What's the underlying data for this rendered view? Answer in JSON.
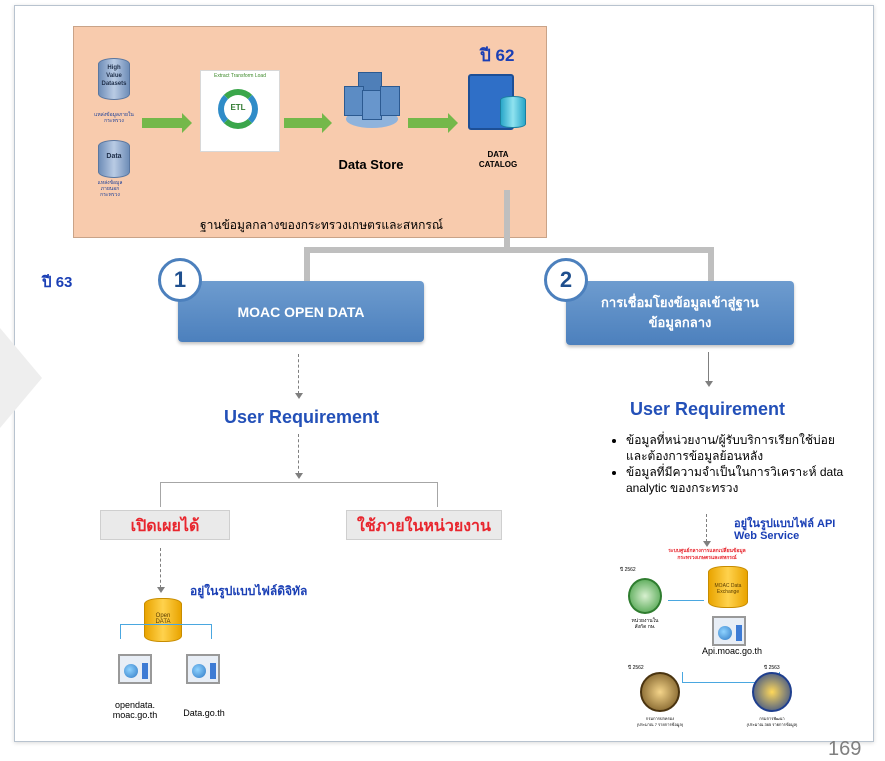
{
  "top": {
    "year_label": "ปี 62",
    "db1_title": "High Value Datasets",
    "db1_caption": "แหล่งข้อมูลภายในกระทรวง",
    "db2_title": "Data",
    "db2_caption": "แหล่งข้อมูลภายนอกกระทรวง",
    "etl_header": "Extract Transform Load",
    "etl_label": "ETL",
    "data_store": "Data Store",
    "catalog_line1": "DATA",
    "catalog_line2": "CATALOG",
    "caption": "ฐานข้อมูลกลางของกระทรวงเกษตรและสหกรณ์"
  },
  "year63": "ปี 63",
  "branch1": {
    "number": "1",
    "title": "MOAC OPEN DATA",
    "requirement": "User Requirement",
    "option_public": "เปิดเผยได้",
    "option_internal": "ใช้ภายในหน่วยงาน",
    "format_note": "อยู่ในรูปแบบไฟล์ดิจิทัล",
    "db_line1": "Open",
    "db_line2": "DATA",
    "site1": "opendata.\nmoac.go.th",
    "site2": "Data.go.th"
  },
  "branch2": {
    "number": "2",
    "title": "การเชื่อมโยงข้อมูลเข้าสู่ฐานข้อมูลกลาง",
    "requirement": "User Requirement",
    "bullets": [
      "ข้อมูลที่หน่วยงาน/ผู้รับบริการเรียกใช้บ่อย และต้องการข้อมูลย้อนหลัง",
      "ข้อมูลที่มีความจำเป็นในการวิเคราะห์ data analytic ของกระทรวง"
    ],
    "api_note": "อยู่ในรูปแบบไฟล์ API\nWeb Service",
    "exchange_center": "ระบบศูนย์กลางการแลกเปลี่ยนข้อมูล\nกระทรวงเกษตรและสหกรณ์",
    "exchange_db": "MOAC Data\nExchange",
    "year_a": "ปี 2562",
    "year_b": "ปี 2562",
    "year_c": "ปี 2563",
    "agency_a": "หน่วยงานใน\nสังกัด กษ.",
    "api_site": "Api.moac.go.th",
    "agency_b": "กรมการปกครอง\n(ประมาณ 7 รายการข้อมูล)",
    "agency_c": "กรมการพัฒนา\n(ประมาณ 365 รายการข้อมูล)"
  },
  "page_number": "169",
  "colors": {
    "peach": "#f8cbad",
    "box_blue": "#5b8fc8",
    "heading_blue": "#2350b8",
    "red": "#e8262e",
    "arrow_green": "#74b84a",
    "connector_gray": "#bfbfbf"
  }
}
